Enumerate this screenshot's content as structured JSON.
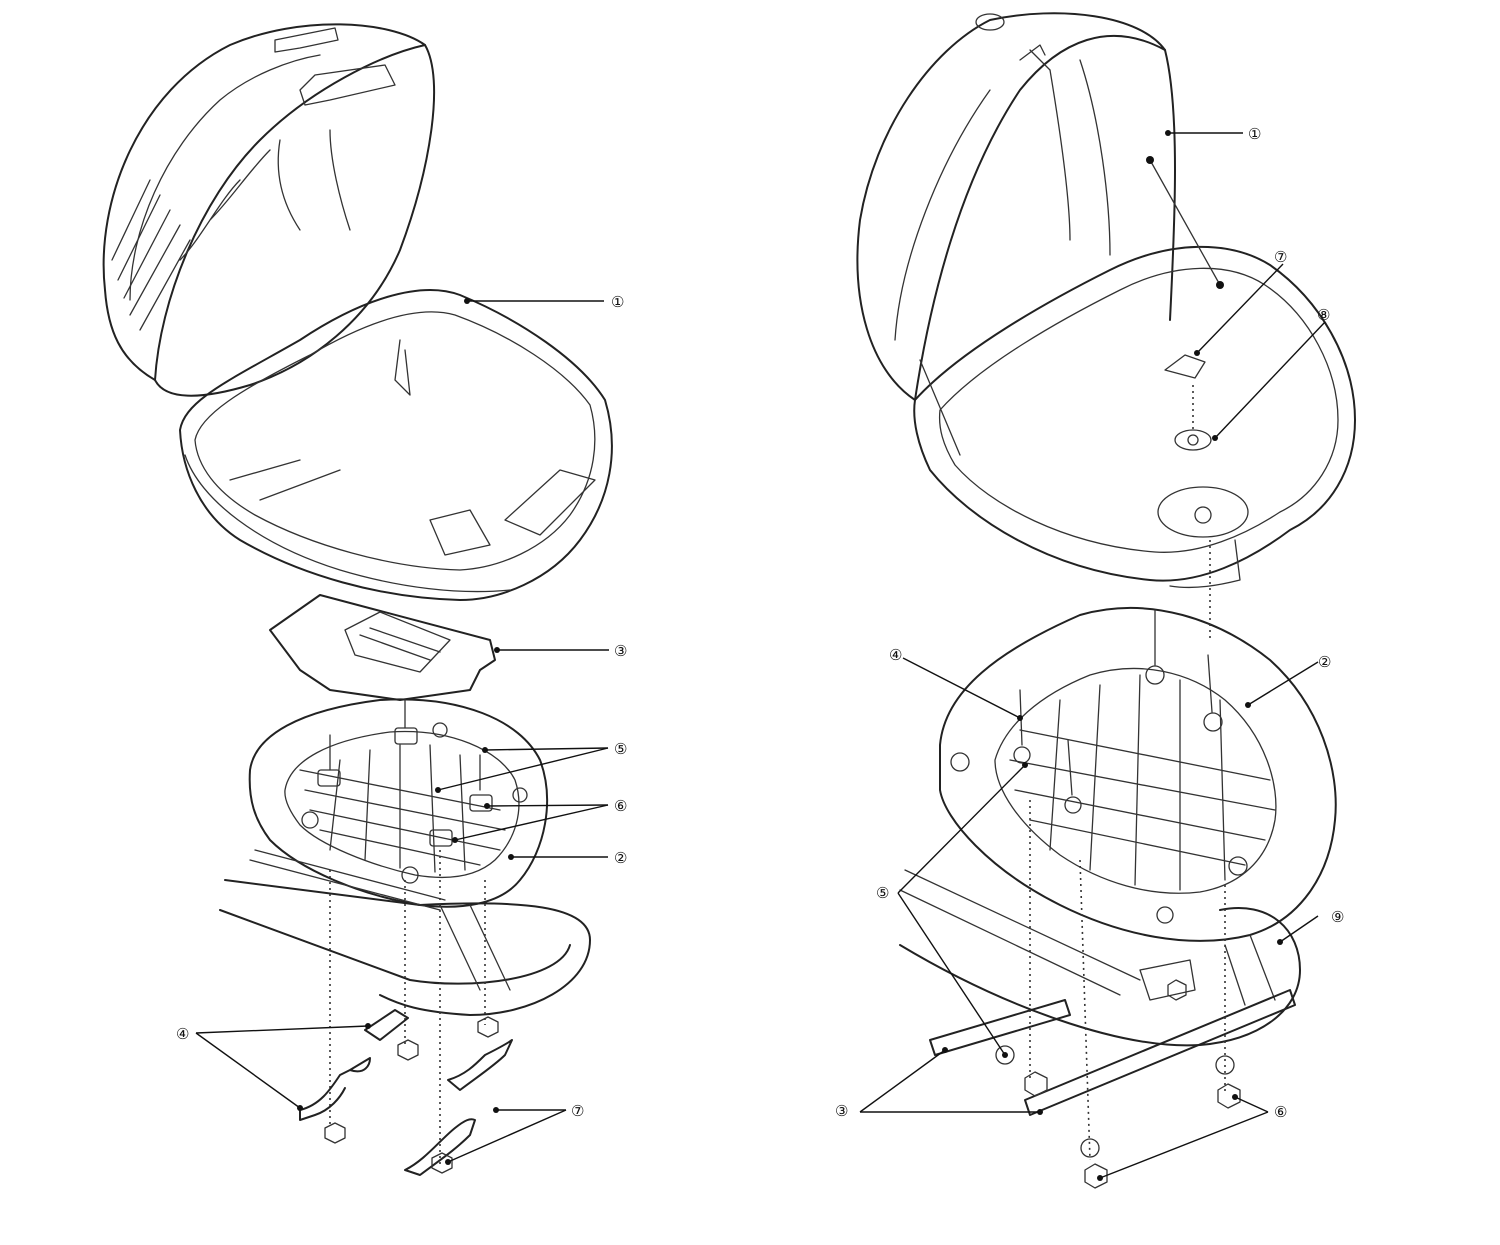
{
  "left_diagram": {
    "callouts": [
      "①",
      "③",
      "⑤",
      "⑥",
      "②",
      "④",
      "⑦"
    ]
  },
  "right_diagram": {
    "callouts": [
      "①",
      "⑦",
      "⑧",
      "④",
      "②",
      "⑤",
      "⑨",
      "③",
      "⑥"
    ]
  }
}
